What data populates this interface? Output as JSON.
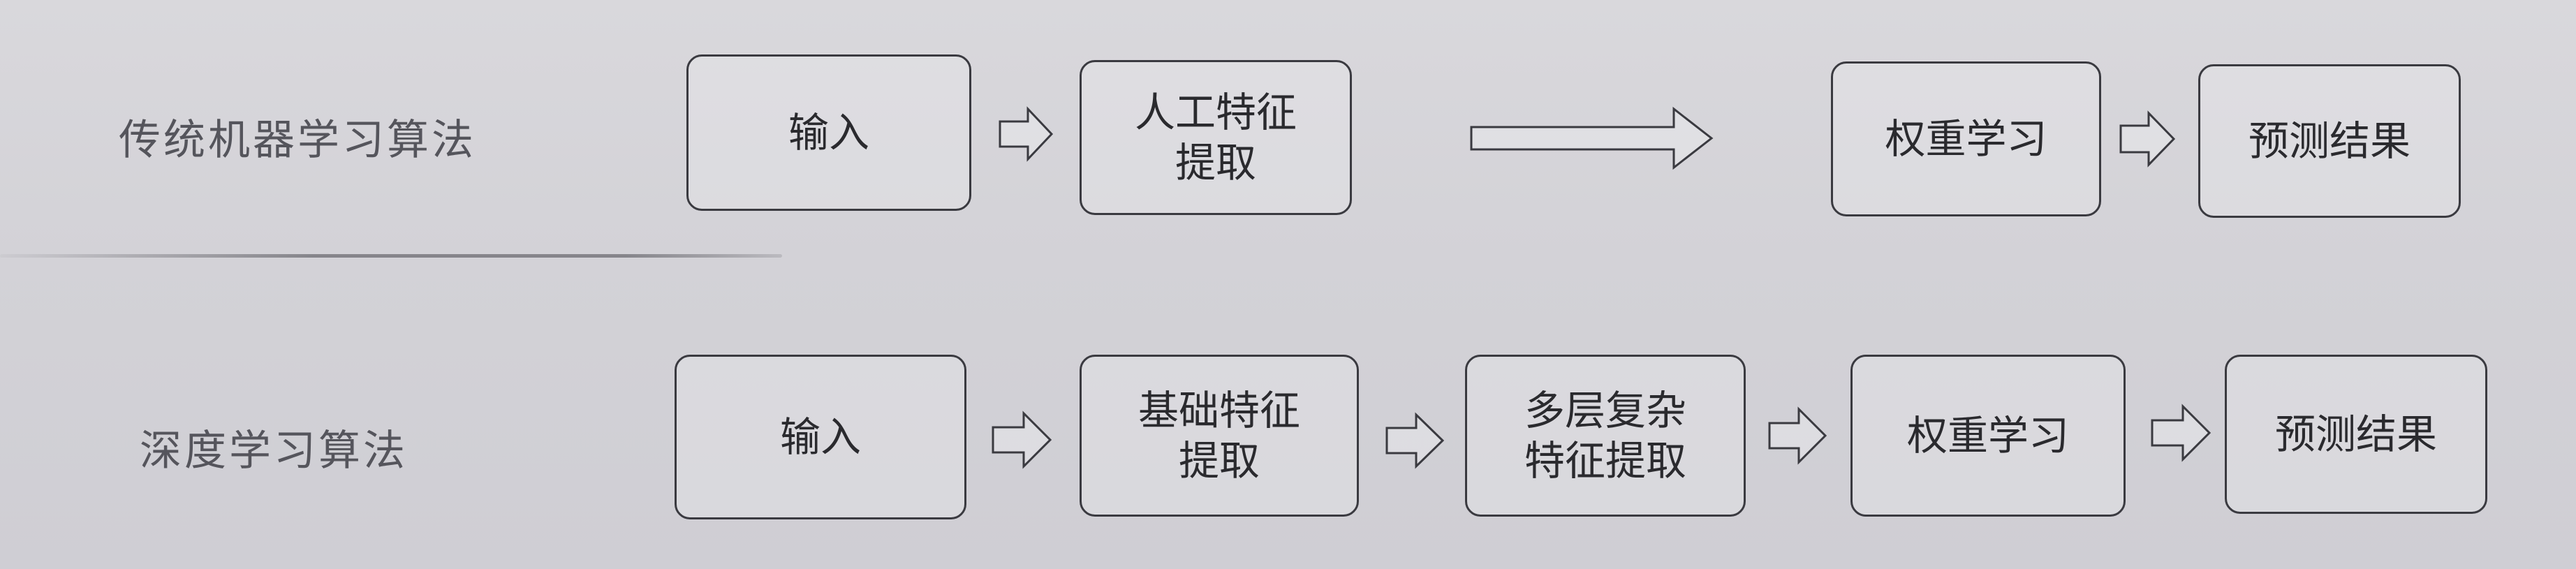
{
  "rows": {
    "traditional": {
      "label": "传统机器学习算法",
      "steps": [
        "输入",
        "人工特征\n提取",
        "权重学习",
        "预测结果"
      ]
    },
    "deep": {
      "label": "深度学习算法",
      "steps": [
        "输入",
        "基础特征\n提取",
        "多层复杂\n特征提取",
        "权重学习",
        "预测结果"
      ]
    }
  },
  "colors": {
    "ink": "#3a3a40",
    "paper": "#d6d5da"
  }
}
